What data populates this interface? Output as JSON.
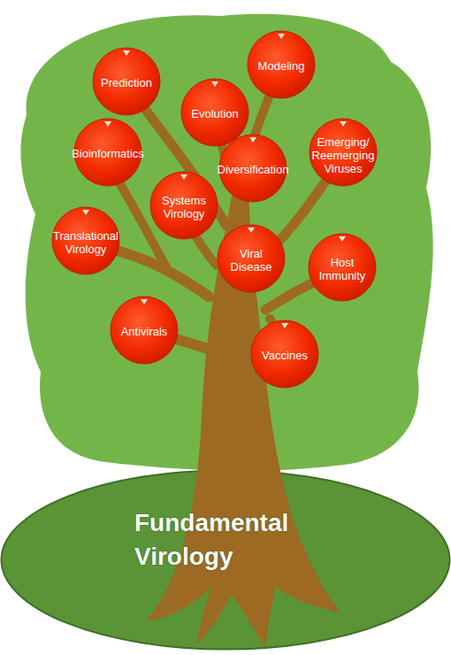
{
  "diagram": {
    "nodes": [
      {
        "text": [
          "Modeling"
        ]
      },
      {
        "text": [
          "Prediction"
        ]
      },
      {
        "text": [
          "Evolution"
        ]
      },
      {
        "text": [
          "Bioinformatics"
        ]
      },
      {
        "text": [
          "Emerging/ Reemerging Viruses"
        ]
      },
      {
        "text": [
          "Diversification"
        ]
      },
      {
        "text": [
          "Systems Virology"
        ]
      },
      {
        "text": [
          "Translational Virology"
        ]
      },
      {
        "text": [
          "Viral Disease"
        ]
      },
      {
        "text": [
          "Host Immunity"
        ]
      },
      {
        "text": [
          "Antivirals"
        ]
      },
      {
        "text": [
          "Vaccines"
        ]
      },
      {
        "text": [
          "Fundamental Virology"
        ]
      }
    ]
  }
}
